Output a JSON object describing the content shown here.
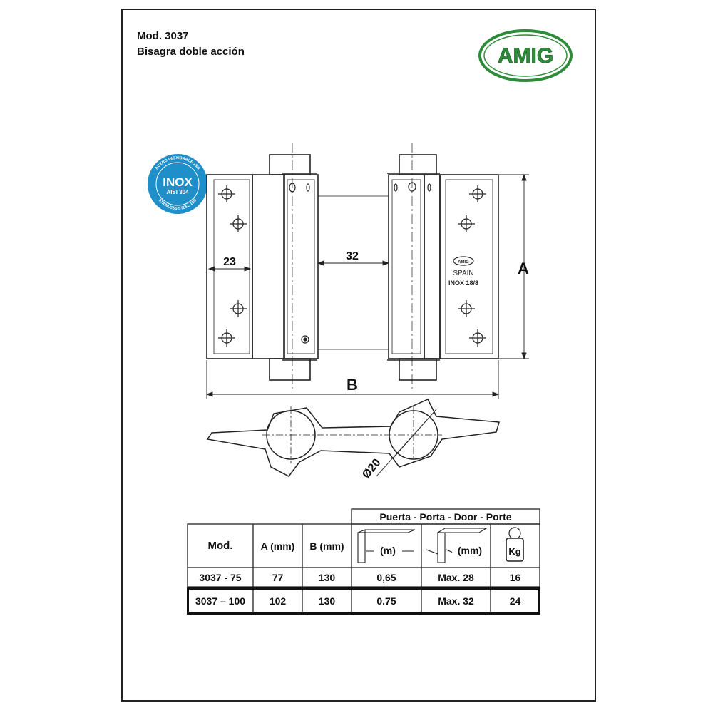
{
  "header": {
    "model": "Mod. 3037",
    "description": "Bisagra doble acción"
  },
  "logo": {
    "text": "AMIG",
    "color": "#2e8b3a"
  },
  "inox_badge": {
    "main": "INOX",
    "sub": "AISI 304",
    "ring_top": "ACERO INOXIDABLE 18/8",
    "ring_bottom": "STAINLESS STEEL 18/8",
    "color": "#1f8fc9"
  },
  "drawing": {
    "dim_plate_width": "23",
    "dim_gap": "32",
    "dim_height": "A",
    "dim_width": "B",
    "stamp_origin": "SPAIN",
    "stamp_material": "INOX 18/8",
    "stamp_logo": "AMIG",
    "dim_diameter": "Ø20"
  },
  "table": {
    "door_header": "Puerta - Porta - Door - Porte",
    "columns": [
      "Mod.",
      "A (mm)",
      "B (mm)",
      "(m)",
      "(mm)",
      "Kg"
    ],
    "rows": [
      [
        "3037 - 75",
        "77",
        "130",
        "0,65",
        "Max. 28",
        "16"
      ],
      [
        "3037 – 100",
        "102",
        "130",
        "0.75",
        "Max. 32",
        "24"
      ]
    ],
    "highlighted_row": 1
  }
}
